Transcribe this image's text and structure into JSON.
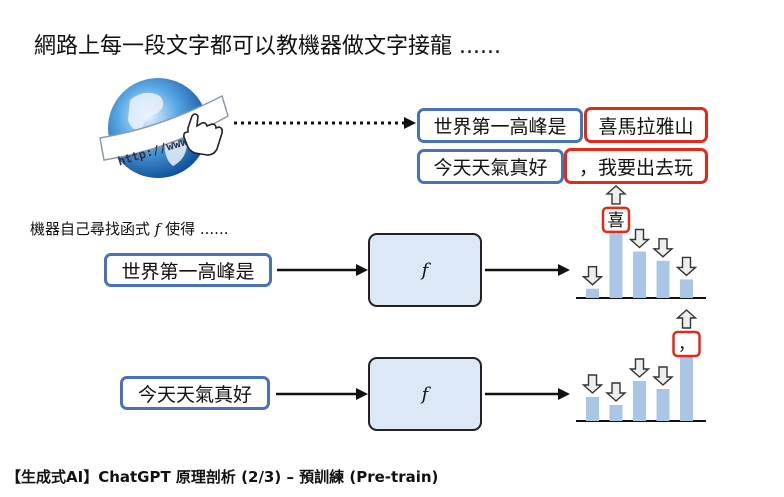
{
  "title": "網路上每一段文字都可以教機器做文字接龍 ......",
  "globe": {
    "url_text": "http://www."
  },
  "example": {
    "line1_prefix": "世界第一高峰是",
    "line1_suffix": "喜馬拉雅山",
    "line2_prefix": "今天天氣真好",
    "line2_suffix": "，我要出去玩"
  },
  "caption": {
    "before": "機器自己尋找函式 ",
    "symbol": "f",
    "after": " 使得 ......"
  },
  "row1": {
    "input": "世界第一高峰是",
    "function": "f",
    "output_token": "喜"
  },
  "row2": {
    "input": "今天天氣真好",
    "function": "f",
    "output_token": "，"
  },
  "footer": "【生成式AI】ChatGPT 原理剖析 (2/3) – 預訓練 (Pre-train)",
  "colors": {
    "blue": "#4a72b8",
    "red": "#e02a1a",
    "bar": "#a9c6e6",
    "box_fill": "#dde8f6"
  },
  "chart_data": [
    {
      "type": "bar",
      "values": [
        1,
        7,
        5,
        4,
        2
      ],
      "highlight_index": 1,
      "arrows": [
        "down",
        "up",
        "down",
        "down",
        "down"
      ]
    },
    {
      "type": "bar",
      "values": [
        3,
        2,
        5,
        4,
        8
      ],
      "highlight_index": 4,
      "arrows": [
        "down",
        "down",
        "down",
        "down",
        "up"
      ]
    }
  ]
}
